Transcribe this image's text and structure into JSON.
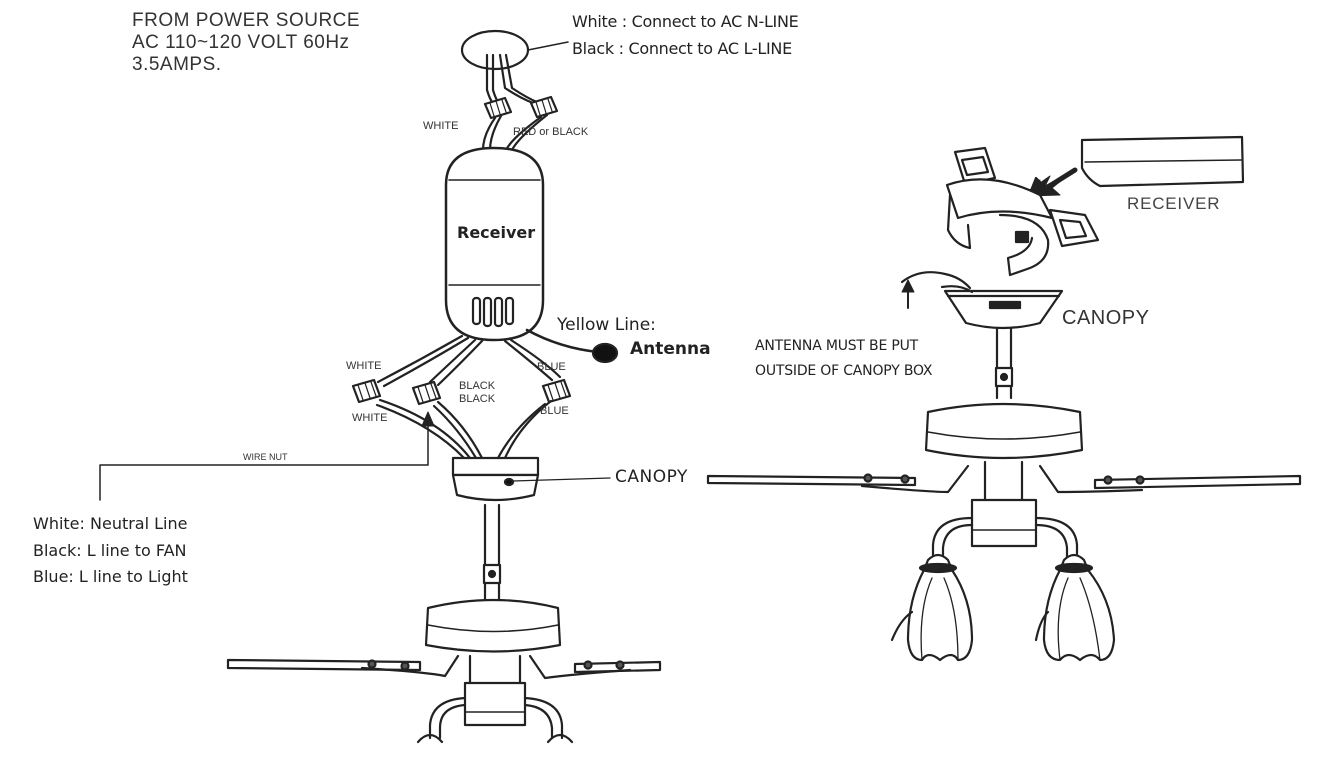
{
  "power_source": {
    "lines": [
      "FROM POWER SOURCE",
      "AC 110~120 VOLT 60Hz",
      "3.5AMPS."
    ]
  },
  "connections": {
    "white": "White : Connect to AC  N-LINE",
    "black": "Black : Connect to AC L-LINE"
  },
  "top_wires": {
    "white": "WHITE",
    "red_or_black": "RED or BLACK"
  },
  "receiver_label": "Receiver",
  "yellow_line": "Yellow Line:",
  "antenna": "Antenna",
  "lower_wires": {
    "white_top": "WHITE",
    "white_bottom": "WHITE",
    "black_top": "BLACK",
    "black_bottom": "BLACK",
    "blue_top": "BLUE",
    "blue_bottom": "BLUE"
  },
  "wire_nut": "WIRE NUT",
  "canopy_left": "CANOPY",
  "legend": {
    "white": "White: Neutral Line",
    "black": "Black: L line to FAN",
    "blue": "Blue: L line to Light"
  },
  "right_diagram": {
    "receiver": "RECEIVER",
    "canopy": "CANOPY",
    "antenna_note": [
      "ANTENNA MUST BE PUT",
      "OUTSIDE OF CANOPY BOX"
    ]
  }
}
